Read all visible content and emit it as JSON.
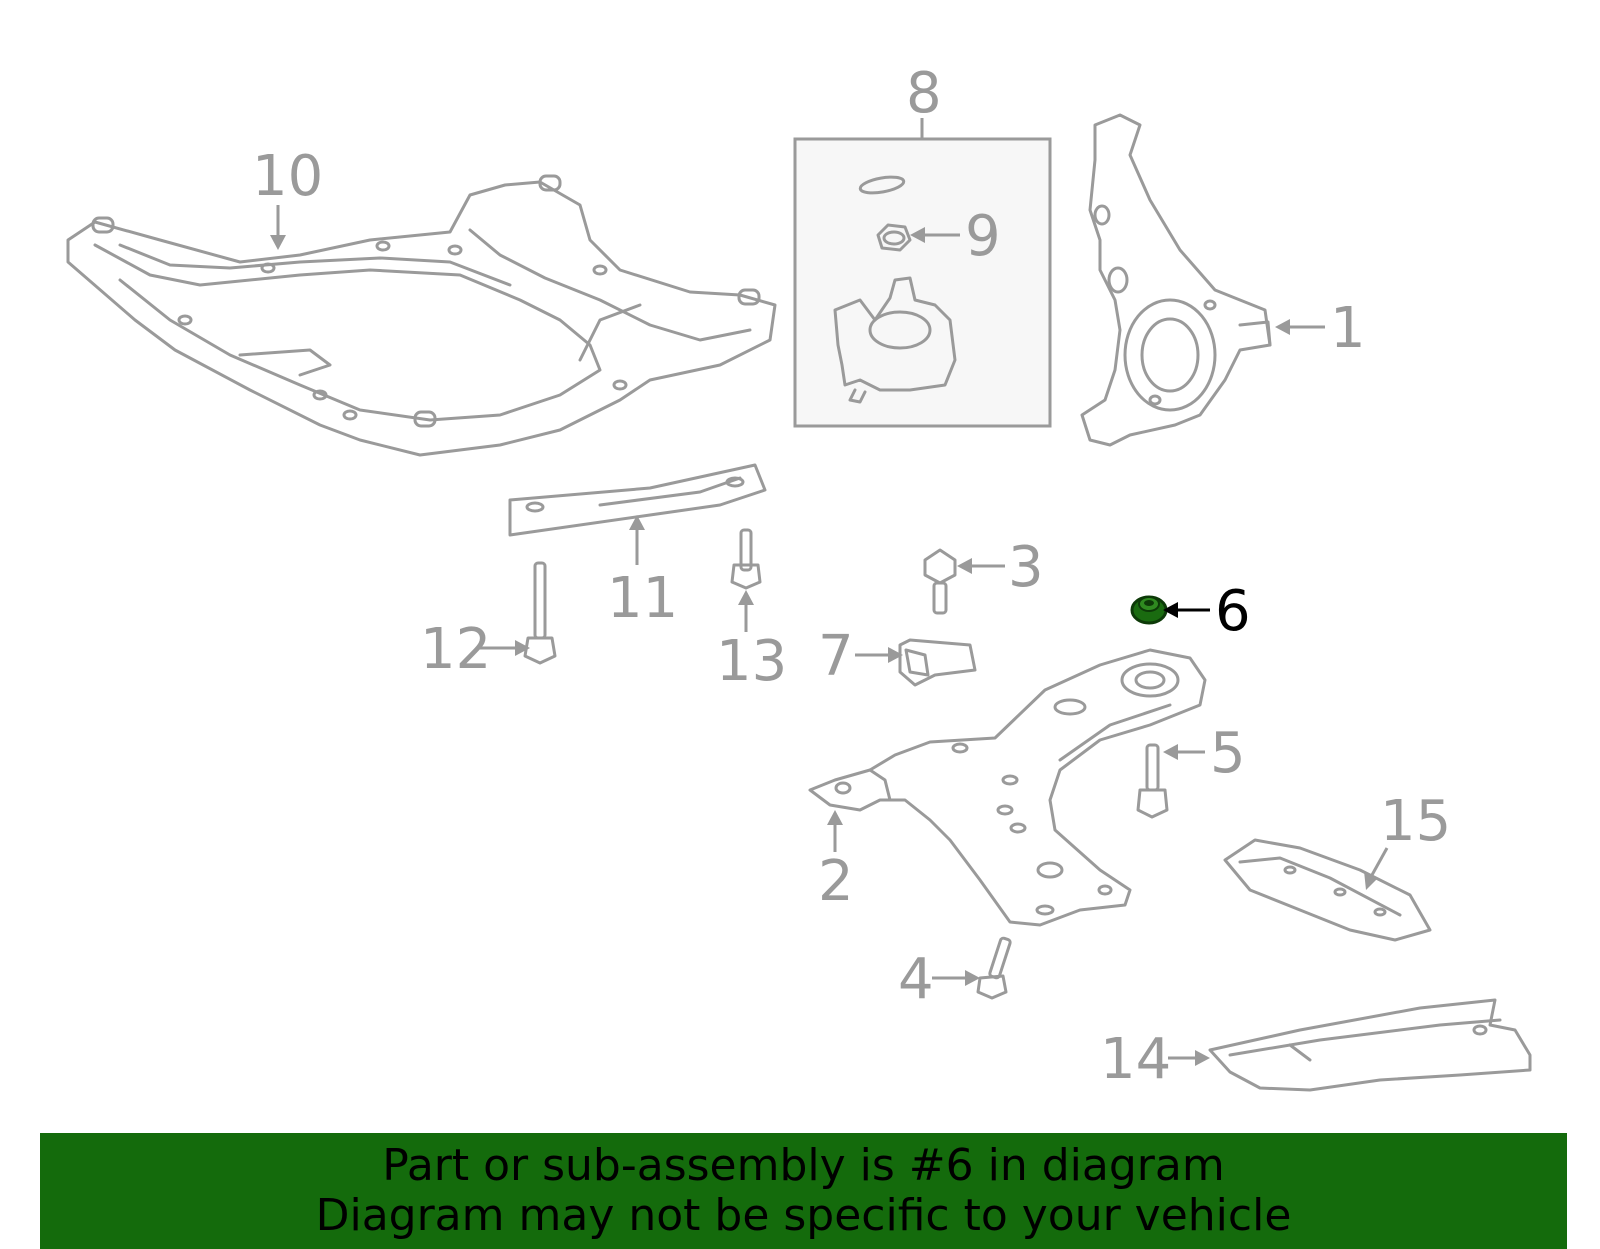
{
  "diagram": {
    "callouts": [
      "1",
      "2",
      "3",
      "4",
      "5",
      "6",
      "7",
      "8",
      "9",
      "10",
      "11",
      "12",
      "13",
      "14",
      "15"
    ],
    "highlighted_callout": "6",
    "colors": {
      "line_art": "#9a9a9a",
      "highlight_part": "#1a6b10",
      "highlight_label": "#000000",
      "box_fill": "#f7f7f7"
    }
  },
  "banner": {
    "line1": "Part or sub-assembly is #6 in diagram",
    "line2": "Diagram may not be specific to your vehicle",
    "background": "#146b0c"
  }
}
